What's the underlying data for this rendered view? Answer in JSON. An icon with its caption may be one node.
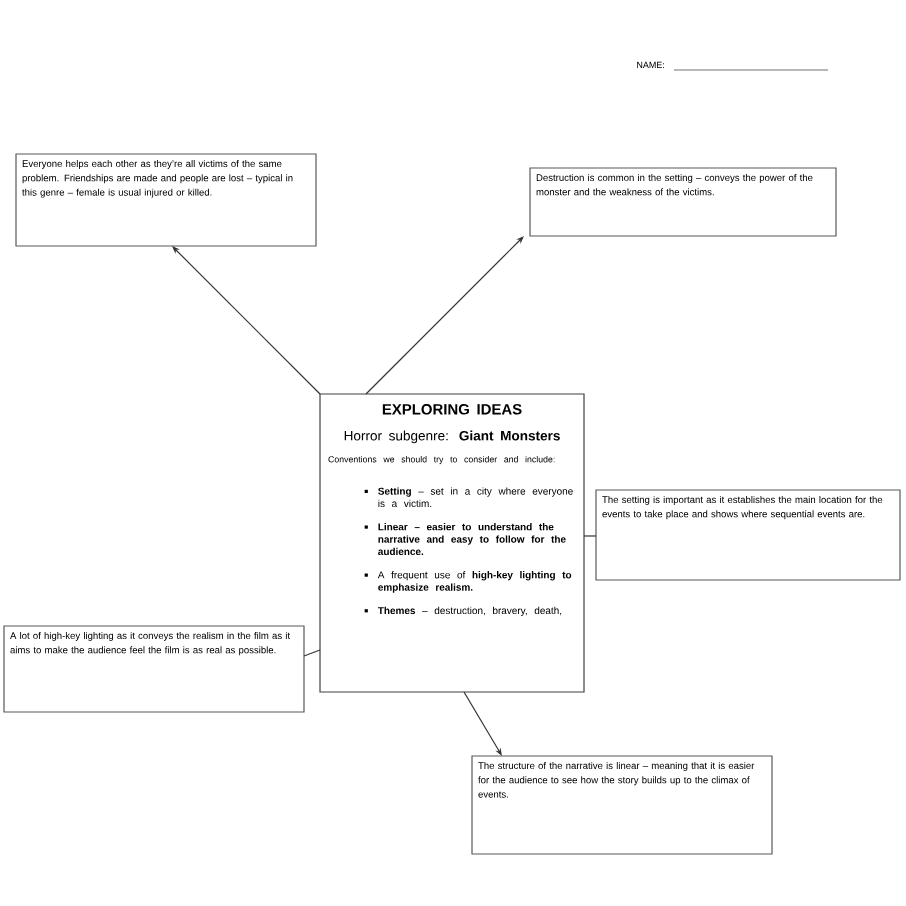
{
  "diagram": {
    "nodes": [
      {
        "text": [
          "EXPLORING IDEAS",
          "Horror subgenre: **Giant Monsters**",
          "Conventions we should try to consider and include:",
          "**Setting** – set in a city where everyone is a victim.",
          "Linear – easier to understand the narrative and easy to follow for the audience.",
          "A frequent use of **high-key lighting to emphasize realism.**",
          "**Themes** – destruction, bravery, death,"
        ]
      },
      {
        "text": [
          "Everyone helps each other as they’re all victims of the same problem. Friendships are made and people are lost – typical in this genre – female is usual injured or killed."
        ]
      },
      {
        "text": [
          "Destruction is common in the setting – conveys the power of the monster and the weakness of the victims."
        ]
      },
      {
        "text": [
          "The setting is important as it establishes the main location for the events to take place and shows where sequential events are."
        ]
      },
      {
        "text": [
          "A lot of high-key lighting as it conveys the realism in the film as it aims to make the audience feel the film is as real as possible."
        ]
      },
      {
        "text": [
          "The structure of the narrative is linear – meaning that it is easier for the audience to see how the story builds up to the climax of events."
        ]
      }
    ],
    "edges": [
      {
        "from": 0,
        "to": 1,
        "arrow": "to"
      },
      {
        "from": 0,
        "to": 2,
        "arrow": "to"
      },
      {
        "from": 0,
        "to": 3,
        "arrow": "none"
      },
      {
        "from": 0,
        "to": 4,
        "arrow": "none"
      },
      {
        "from": 0,
        "to": 5,
        "arrow": "to"
      }
    ],
    "labels": [
      "NAME:"
    ]
  }
}
